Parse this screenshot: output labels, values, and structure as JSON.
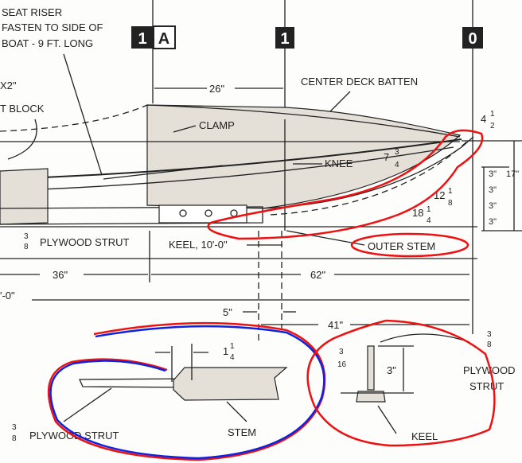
{
  "labels": {
    "seat_riser": "SEAT RISER",
    "fasten": "FASTEN TO SIDE OF",
    "boat_length": "BOAT - 9 FT. LONG",
    "x2": "X2\"",
    "t_block": "T BLOCK",
    "center_deck_batten": "CENTER DECK BATTEN",
    "clamp": "CLAMP",
    "knee": "KNEE",
    "outer_stem": "OUTER STEM",
    "plywood_strut": "PLYWOOD STRUT",
    "keel_length": "KEEL, 10'-0\"",
    "stem": "STEM",
    "plywood": "PLYWOOD",
    "strut": "STRUT",
    "keel": "KEEL"
  },
  "stations": [
    {
      "num": "1",
      "letter": "A"
    },
    {
      "num": "1"
    },
    {
      "num": "0"
    }
  ],
  "dimensions": {
    "d26": "26\"",
    "d36": "36\"",
    "d62": "62\"",
    "d_total": "'-0\"",
    "d5": "5\"",
    "d41": "41\"",
    "d17": "17\"",
    "d3a": "3\"",
    "d3b": "3\"",
    "d3c": "3\"",
    "d3d": "3\"",
    "d3_keel": "3\"",
    "d7_3_4": {
      "whole": "7",
      "num": "3",
      "den": "4"
    },
    "d4_1_2": {
      "whole": "4",
      "num": "1",
      "den": "2"
    },
    "d12_1_8": {
      "whole": "12",
      "num": "1",
      "den": "8"
    },
    "d18_1_4": {
      "whole": "18",
      "num": "1",
      "den": "4"
    },
    "d1_1_4": {
      "whole": "1",
      "num": "1",
      "den": "4"
    },
    "f3_8": {
      "num": "3",
      "den": "8"
    },
    "f3_16": {
      "num": "3",
      "den": "16"
    }
  },
  "annotation_colors": {
    "red": "#ee1111",
    "blue": "#1122dd"
  }
}
